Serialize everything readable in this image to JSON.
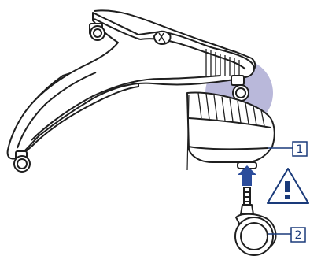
{
  "callouts": [
    {
      "number": "1",
      "refers_to": "base-foot-socket"
    },
    {
      "number": "2",
      "refers_to": "caster-wheel"
    }
  ],
  "colors": {
    "outline": "#1f1f1f",
    "highlight": "#b9b8da",
    "arrow": "#2b4c9b",
    "callout": "#1a3a7a",
    "warning": "#1a3a7a"
  },
  "icons": {
    "warning": "warning-triangle-icon",
    "arrow": "arrow-up-icon"
  }
}
